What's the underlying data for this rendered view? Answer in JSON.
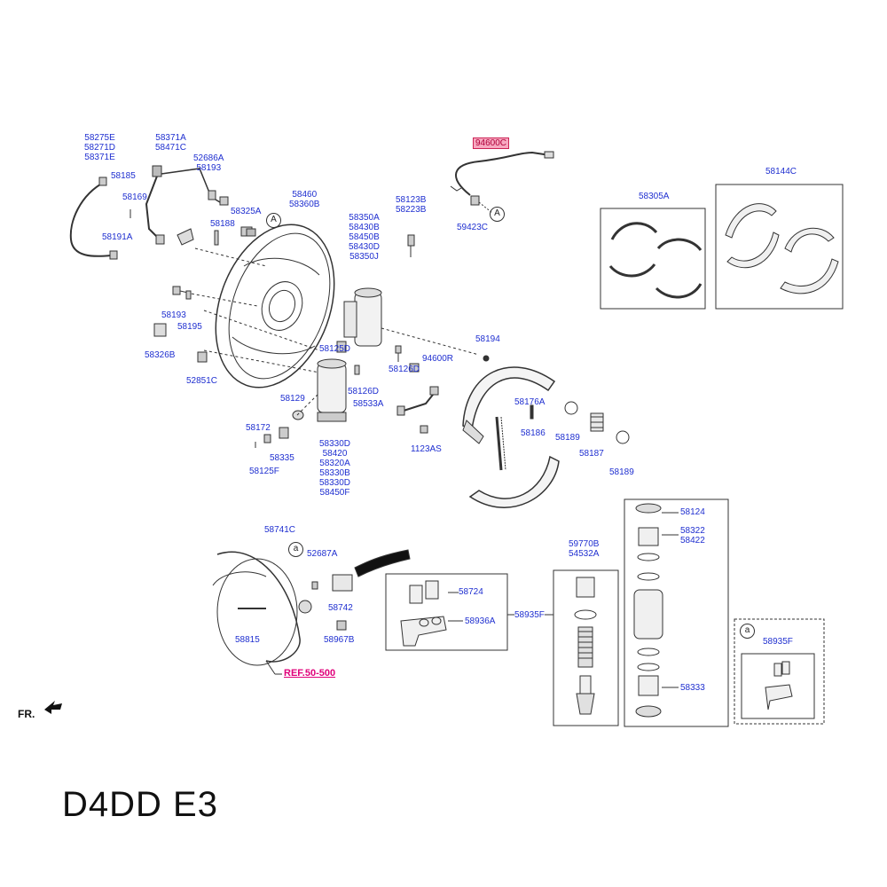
{
  "diagram": {
    "model": "D4DD E3",
    "fr_label": "FR.",
    "ref_label": "REF.50-500",
    "circle_a": "A",
    "circle_small_a": "a",
    "labels": {
      "p94600C": "94600C",
      "p58275E": [
        "58275E",
        "58271D",
        "58371E"
      ],
      "p58371A": [
        "58371A",
        "58471C"
      ],
      "p52686A": [
        "52686A",
        "58193"
      ],
      "p58185": "58185",
      "p58169": "58169",
      "p58191A": "58191A",
      "p58325A": "58325A",
      "p58188": "58188",
      "p58460": [
        "58460",
        "58360B"
      ],
      "p58350A": [
        "58350A",
        "58430B",
        "58450B",
        "58430D",
        "58350J"
      ],
      "p58123B": [
        "58123B",
        "58223B"
      ],
      "p59423C": "59423C",
      "p58305A": "58305A",
      "p58144C": "58144C",
      "p58193b": "58193",
      "p58195": "58195",
      "p58326B": "58326B",
      "p52851C": "52851C",
      "p58125D": "58125D",
      "p58194": "58194",
      "p94600R": "94600R",
      "p58126D_top": "58126D",
      "p58126D": "58126D",
      "p58129": "58129",
      "p58533A": "58533A",
      "p58176A": "58176A",
      "p58186": "58186",
      "p58189a": "58189",
      "p58187": "58187",
      "p58189b": "58189",
      "p1123AS": "1123AS",
      "p58172": "58172",
      "p58335": "58335",
      "p58125F": "58125F",
      "p58330D": [
        "58330D",
        "58420",
        "58320A",
        "58330B",
        "58330D",
        "58450F"
      ],
      "p58741C": "58741C",
      "p52687A": "52687A",
      "p58742": "58742",
      "p58815": "58815",
      "p58967B": "58967B",
      "p58724": "58724",
      "p58936A": "58936A",
      "p58935F": "58935F",
      "p59770B": [
        "59770B",
        "54532A"
      ],
      "p58124": "58124",
      "p58322": [
        "58322",
        "58422"
      ],
      "p58333": "58333",
      "p58935F_b": "58935F"
    }
  }
}
